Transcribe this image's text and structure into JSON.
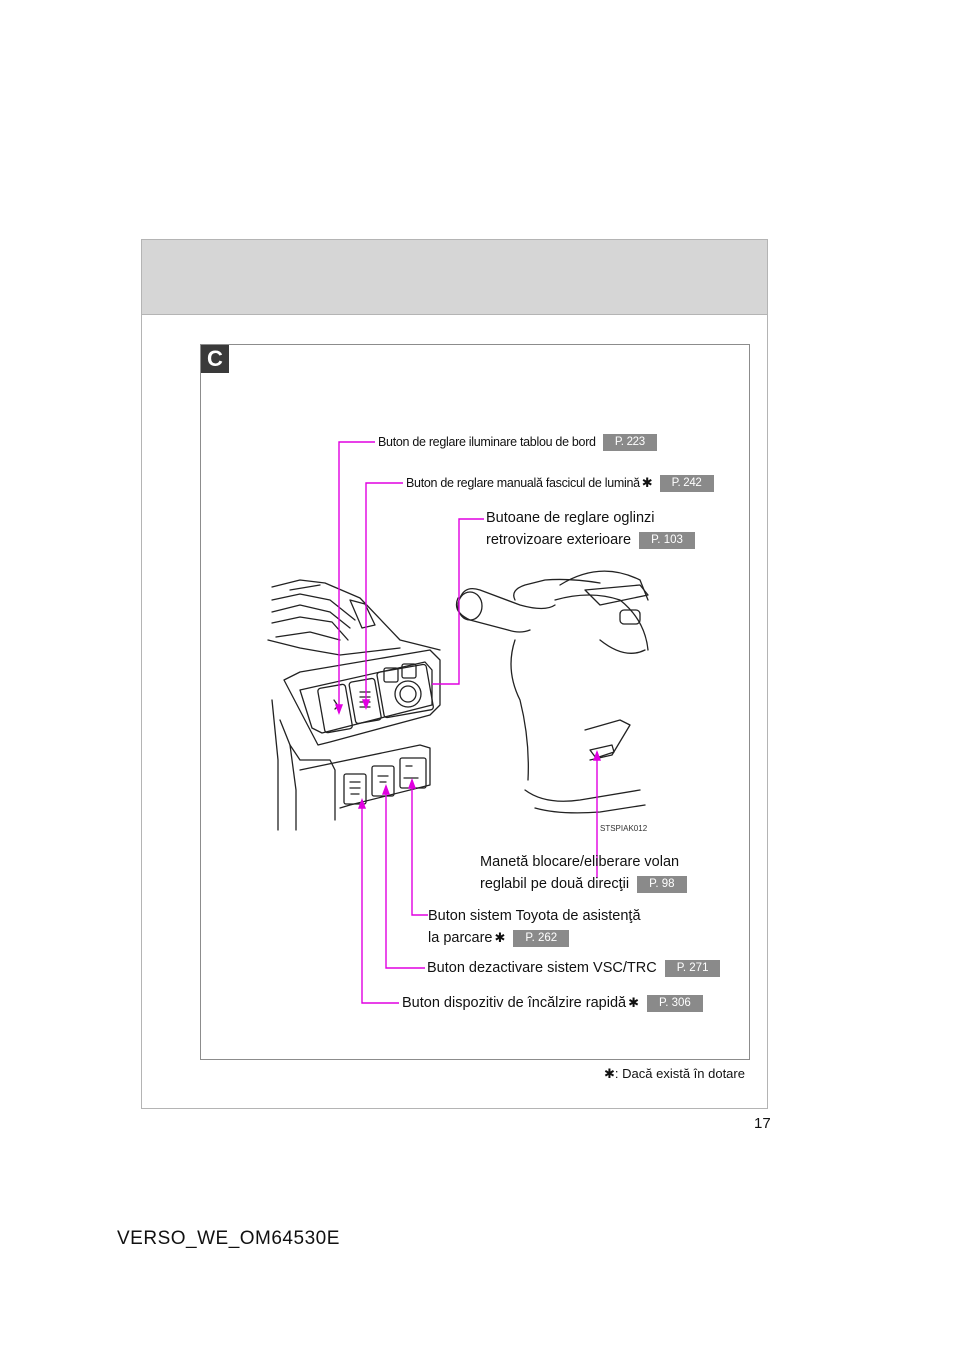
{
  "section": {
    "badge": "C"
  },
  "labels": {
    "instrument_light": {
      "text": "Buton de reglare iluminare tablou de bord",
      "ref": "P. 223"
    },
    "headlight_level": {
      "text": "Buton de reglare manuală fascicul de lumină",
      "asterisk": "✱",
      "ref": "P. 242"
    },
    "mirror_line1": "Butoane de reglare oglinzi",
    "mirror_line2": "retrovizoare exterioare",
    "mirror_ref": "P. 103",
    "steering_line1": "Manetă blocare/eliberare volan",
    "steering_line2": "reglabil pe două direcţii",
    "steering_ref": "P. 98",
    "parking_line1": "Buton sistem Toyota de asistenţă",
    "parking_line2": "la parcare",
    "parking_asterisk": "✱",
    "parking_ref": "P. 262",
    "vsc": {
      "text": "Buton dezactivare sistem VSC/TRC",
      "ref": "P. 271"
    },
    "heater": {
      "text": "Buton dispozitiv de încălzire rapidă",
      "asterisk": "✱",
      "ref": "P. 306"
    }
  },
  "figure_code": "STSPIAK012",
  "footnote": {
    "asterisk": "✱",
    "text": ": Dacă există în dotare"
  },
  "page_number": "17",
  "document_code": "VERSO_WE_OM64530E",
  "colors": {
    "leader": "#e000e0",
    "header": "#d6d6d6",
    "ref_bg": "#8a8a8a"
  }
}
